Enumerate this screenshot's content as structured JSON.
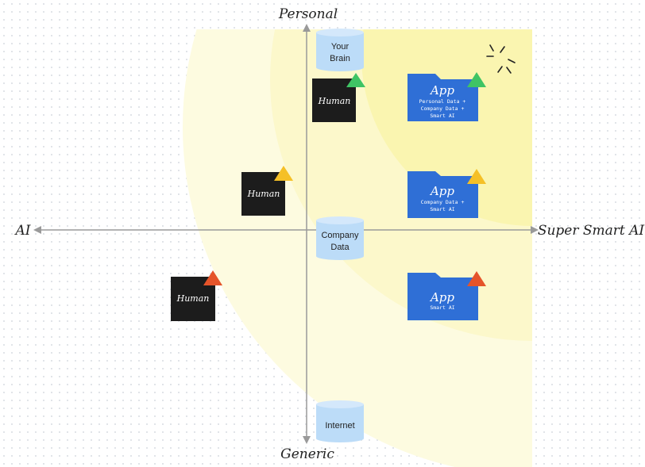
{
  "axes": {
    "top": "Personal",
    "bottom": "Generic",
    "left": "AI",
    "right": "Super Smart AI"
  },
  "cylinders": [
    {
      "id": "your-brain",
      "lines": [
        "Your",
        "Brain"
      ]
    },
    {
      "id": "company-data",
      "lines": [
        "Company",
        "Data"
      ]
    },
    {
      "id": "internet",
      "lines": [
        "Internet"
      ]
    }
  ],
  "humans": [
    {
      "label": "Human",
      "triangle_color": "#3fc464"
    },
    {
      "label": "Human",
      "triangle_color": "#f5c026"
    },
    {
      "label": "Human",
      "triangle_color": "#e5542a"
    }
  ],
  "apps": [
    {
      "title": "App",
      "subtitle_lines": [
        "Personal Data +",
        "Company Data +",
        "Smart AI"
      ],
      "triangle_color": "#3fc464"
    },
    {
      "title": "App",
      "subtitle_lines": [
        "Company Data +",
        "Smart AI"
      ],
      "triangle_color": "#f5c026"
    },
    {
      "title": "App",
      "subtitle_lines": [
        "Smart AI"
      ],
      "triangle_color": "#e5542a"
    }
  ],
  "colors": {
    "axis": "#9a9a9a",
    "glow_outer": "#fdfbe0",
    "glow_mid": "#fcf8c8",
    "glow_inner": "#faf5ad",
    "cylinder_fill": "#bcdcf8",
    "app_fill": "#2f6fd6",
    "human_fill": "#1c1c1c"
  }
}
